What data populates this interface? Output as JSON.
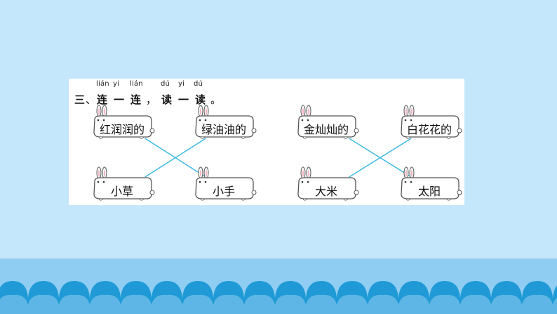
{
  "exercise": {
    "pinyin": [
      "lián",
      "yi",
      "lián",
      "dú",
      "yi",
      "dú"
    ],
    "number": "三",
    "sep": "、",
    "chars": [
      "连",
      "一",
      "连",
      "，",
      "读",
      "一",
      "读",
      "。"
    ]
  },
  "top_row": [
    "红润润的",
    "绿油油的",
    "金灿灿的",
    "白花花的"
  ],
  "bottom_row": [
    "小草",
    "小手",
    "大米",
    "太阳"
  ],
  "matches": [
    [
      0,
      1
    ],
    [
      1,
      0
    ],
    [
      2,
      3
    ],
    [
      3,
      2
    ]
  ],
  "colors": {
    "background": "#c5e7fb",
    "line": "#36b7df",
    "footer_band": "#8fcdf3",
    "wave": "#1f9ad6"
  },
  "icons": {
    "box_topper": "bunny-ears-icon",
    "footer": "wave-pattern-icon"
  }
}
